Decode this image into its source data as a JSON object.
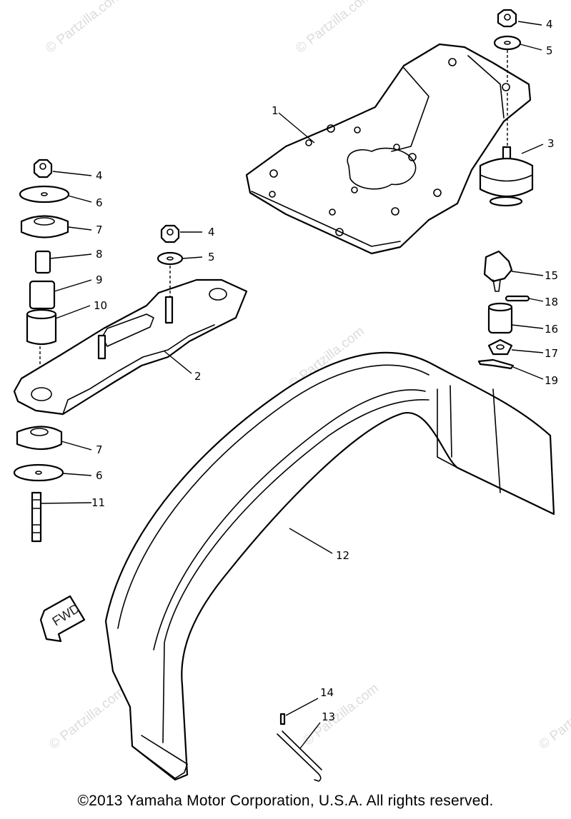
{
  "watermark": "© Partzilla.com",
  "fwd_label": "FWD",
  "copyright": "©2013  Yamaha Motor Corporation, U.S.A. All rights reserved.",
  "callouts": [
    "4",
    "5",
    "3",
    "1",
    "4",
    "6",
    "7",
    "8",
    "9",
    "10",
    "4",
    "5",
    "2",
    "7",
    "6",
    "11",
    "12",
    "15",
    "18",
    "16",
    "17",
    "19",
    "14",
    "13"
  ]
}
